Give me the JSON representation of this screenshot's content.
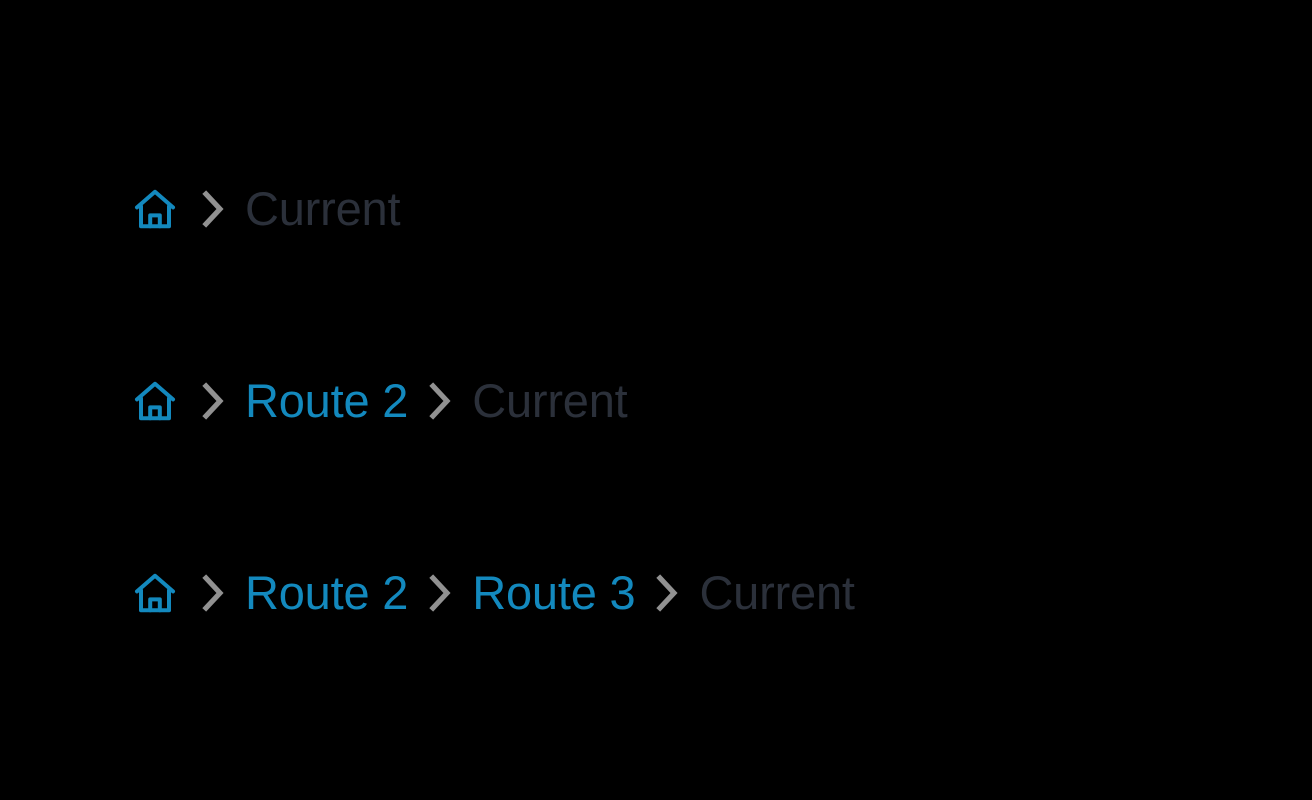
{
  "theme": {
    "background": "#000000",
    "link_color": "#1389be",
    "current_color": "#2b303a",
    "separator_color": "#919191",
    "home_icon_color": "#1389be"
  },
  "breadcrumbs": [
    {
      "id": "breadcrumb-one-level",
      "home_label": "Home",
      "home_icon": "home-icon",
      "separator_icon": "chevron-right-icon",
      "items": [
        {
          "label": "Current",
          "type": "current"
        }
      ]
    },
    {
      "id": "breadcrumb-two-level",
      "home_label": "Home",
      "home_icon": "home-icon",
      "separator_icon": "chevron-right-icon",
      "items": [
        {
          "label": "Route 2",
          "type": "link"
        },
        {
          "label": "Current",
          "type": "current"
        }
      ]
    },
    {
      "id": "breadcrumb-three-level",
      "home_label": "Home",
      "home_icon": "home-icon",
      "separator_icon": "chevron-right-icon",
      "items": [
        {
          "label": "Route 2",
          "type": "link"
        },
        {
          "label": "Route 3",
          "type": "link"
        },
        {
          "label": "Current",
          "type": "current"
        }
      ]
    }
  ]
}
